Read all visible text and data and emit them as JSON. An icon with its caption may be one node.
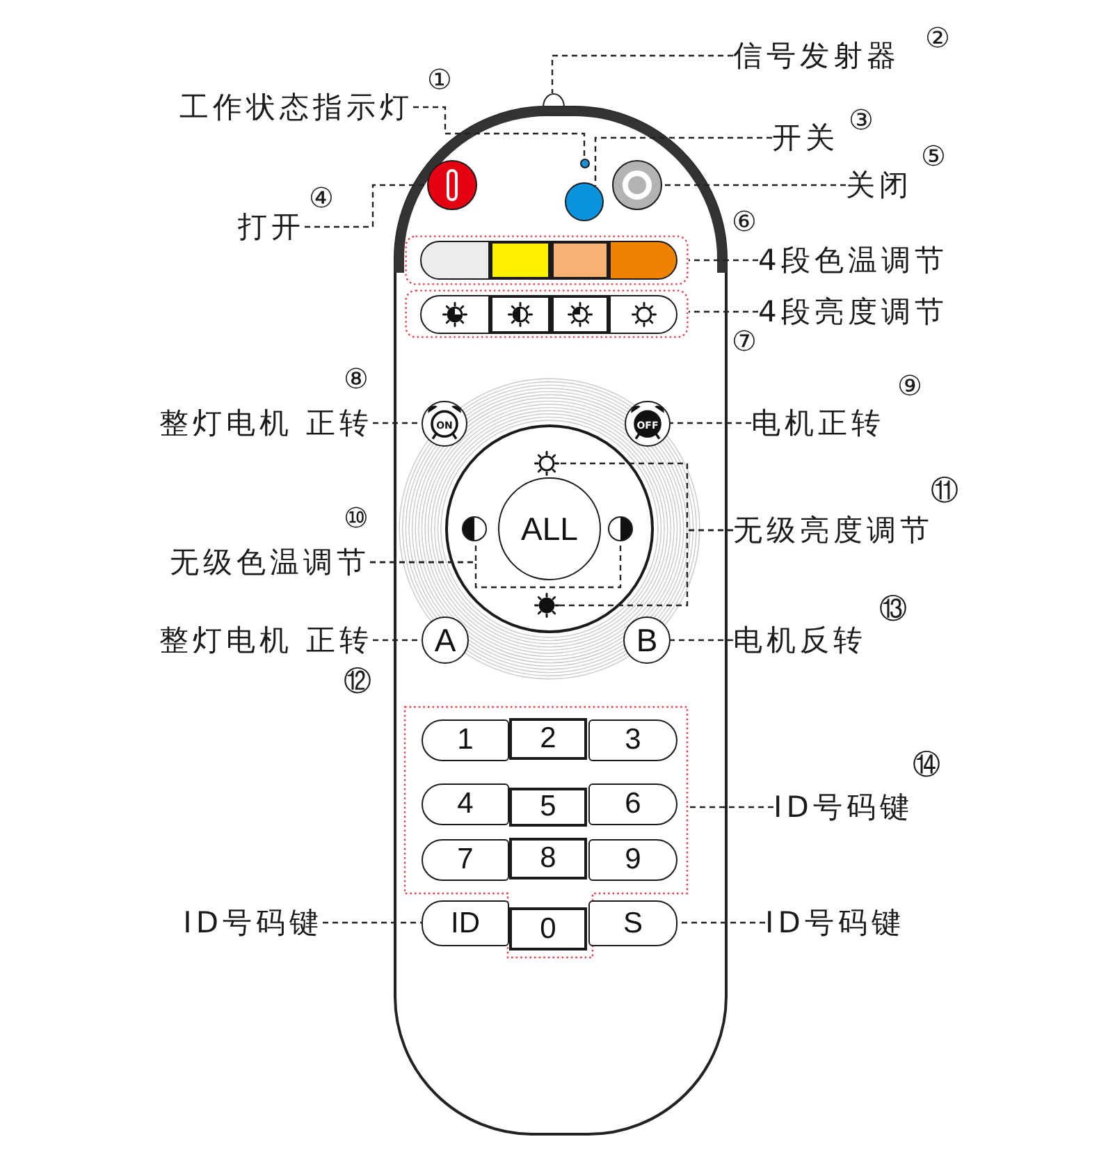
{
  "diagram": {
    "nodes": [
      {
        "text": [
          "信号发射器"
        ],
        "beside": [
          "②"
        ]
      },
      {
        "text": [],
        "shape": "dome"
      },
      {
        "text": [
          "工作状态指示灯"
        ],
        "beside": [
          "①"
        ]
      },
      {
        "text": [
          "开关"
        ],
        "beside": [
          "③"
        ]
      },
      {
        "text": [
          "关闭"
        ],
        "beside": [
          "⑤"
        ]
      },
      {
        "text": [
          "打开"
        ],
        "beside": [
          "④"
        ]
      },
      {
        "text": [],
        "shape": "box"
      },
      {
        "text": [],
        "shape": "circle",
        "in": 6
      },
      {
        "text": [],
        "shape": "circle",
        "in": 6
      },
      {
        "text": [],
        "shape": "circle",
        "in": 6
      },
      {
        "text": [],
        "shape": "circle",
        "in": 6
      },
      {
        "text": [
          "4段色温调节"
        ],
        "beside": [
          "⑥"
        ]
      },
      {
        "text": [
          "4段亮度调节"
        ],
        "beside": [
          "⑦"
        ]
      },
      {
        "text": [],
        "shape": "box",
        "in": 6
      },
      {
        "text": [],
        "shape": "box",
        "in": 13
      },
      {
        "text": [],
        "shape": "box",
        "in": 13
      },
      {
        "text": [],
        "shape": "box",
        "in": 13
      },
      {
        "text": [],
        "shape": "box",
        "in": 13
      },
      {
        "text": [],
        "shape": "box",
        "in": 6
      },
      {
        "text": [],
        "shape": "box",
        "in": 18
      },
      {
        "text": [],
        "shape": "box",
        "in": 18
      },
      {
        "text": [],
        "shape": "box",
        "in": 18
      },
      {
        "text": [],
        "shape": "box",
        "in": 18
      },
      {
        "text": [
          "整灯电机 正转"
        ],
        "beside": [
          "⑧"
        ]
      },
      {
        "text": [
          "电机正转"
        ],
        "beside": [
          "⑨"
        ]
      },
      {
        "text": [
          "ON"
        ],
        "in": 6
      },
      {
        "text": [
          "OFF"
        ],
        "in": 6
      },
      {
        "text": [],
        "shape": "circle",
        "in": 6
      },
      {
        "text": [],
        "shape": "sun",
        "in": 27
      },
      {
        "text": [
          "无级色温调节"
        ],
        "beside": [
          "⑩"
        ]
      },
      {
        "text": [
          "无级亮度调节"
        ],
        "beside": [
          "⑪"
        ]
      },
      {
        "text": [],
        "shape": "circle",
        "in": 27
      },
      {
        "text": [
          "ALL"
        ],
        "in": 27
      },
      {
        "text": [],
        "shape": "circle",
        "in": 27
      },
      {
        "text": [],
        "shape": "sun",
        "in": 27
      },
      {
        "text": [
          "整灯电机 正转"
        ],
        "beside": [
          "⑫"
        ]
      },
      {
        "text": [
          "电机反转"
        ],
        "beside": [
          "⑬"
        ]
      },
      {
        "text": [
          "A"
        ],
        "in": 6
      },
      {
        "text": [
          "B"
        ],
        "in": 6
      },
      {
        "text": [
          "ID号码键"
        ],
        "beside": [
          "⑭"
        ]
      },
      {
        "text": [],
        "shape": "box",
        "in": 6
      },
      {
        "text": [
          "1"
        ],
        "in": 40
      },
      {
        "text": [
          "2"
        ],
        "in": 40
      },
      {
        "text": [
          "3"
        ],
        "in": 40
      },
      {
        "text": [
          "4"
        ],
        "in": 40
      },
      {
        "text": [
          "5"
        ],
        "in": 40
      },
      {
        "text": [
          "6"
        ],
        "in": 40
      },
      {
        "text": [
          "7"
        ],
        "in": 40
      },
      {
        "text": [
          "8"
        ],
        "in": 40
      },
      {
        "text": [
          "9"
        ],
        "in": 40
      },
      {
        "text": [
          "ID号码键"
        ]
      },
      {
        "text": [
          "ID"
        ],
        "in": 6
      },
      {
        "text": [
          "0"
        ],
        "in": 40
      },
      {
        "text": [
          "S"
        ],
        "in": 6
      },
      {
        "text": [
          "ID号码键"
        ]
      }
    ],
    "edges": [
      {
        "from": 0,
        "to": 1,
        "arrow": "none",
        "style": "dashed"
      },
      {
        "from": 2,
        "to": 7,
        "arrow": "none",
        "style": "dashed"
      },
      {
        "from": 3,
        "to": 9,
        "arrow": "none",
        "style": "dashed"
      },
      {
        "from": 4,
        "to": 10,
        "arrow": "none",
        "style": "dashed"
      },
      {
        "from": 5,
        "to": 8,
        "arrow": "none",
        "style": "dashed"
      },
      {
        "from": 11,
        "to": 13,
        "arrow": "none",
        "style": "dashed"
      },
      {
        "from": 12,
        "to": 18,
        "arrow": "none",
        "style": "dashed"
      },
      {
        "from": 23,
        "to": 25,
        "arrow": "none",
        "style": "dashed"
      },
      {
        "from": 24,
        "to": 26,
        "arrow": "none",
        "style": "dashed"
      },
      {
        "from": 29,
        "to": 31,
        "arrow": "none",
        "style": "dashed"
      },
      {
        "from": 29,
        "to": 33,
        "arrow": "none",
        "style": "dashed"
      },
      {
        "from": 30,
        "to": 28,
        "arrow": "none",
        "style": "dashed"
      },
      {
        "from": 30,
        "to": 34,
        "arrow": "none",
        "style": "dashed"
      },
      {
        "from": 35,
        "to": 37,
        "arrow": "none",
        "style": "dashed"
      },
      {
        "from": 36,
        "to": 38,
        "arrow": "none",
        "style": "dashed"
      },
      {
        "from": 39,
        "to": 40,
        "arrow": "none",
        "style": "dashed"
      },
      {
        "from": 50,
        "to": 51,
        "arrow": "none",
        "style": "dashed"
      },
      {
        "from": 54,
        "to": 53,
        "arrow": "none",
        "style": "dashed"
      }
    ]
  }
}
